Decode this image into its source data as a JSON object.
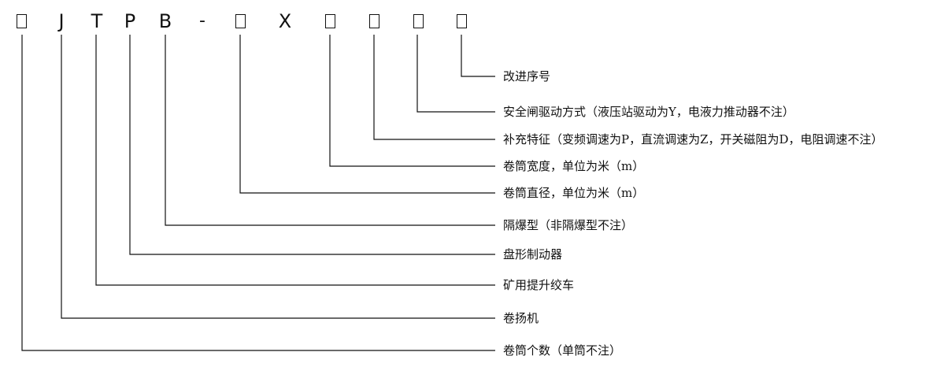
{
  "code_tokens": [
    {
      "text": "",
      "kind": "box"
    },
    {
      "text": "J",
      "kind": "letter"
    },
    {
      "text": "T",
      "kind": "letter"
    },
    {
      "text": "P",
      "kind": "letter"
    },
    {
      "text": "B",
      "kind": "letter"
    },
    {
      "text": "-",
      "kind": "separator"
    },
    {
      "text": "",
      "kind": "box"
    },
    {
      "text": "X",
      "kind": "letter"
    },
    {
      "text": "",
      "kind": "box"
    },
    {
      "text": "",
      "kind": "box"
    },
    {
      "text": "",
      "kind": "box"
    },
    {
      "text": "",
      "kind": "box"
    }
  ],
  "descriptions": [
    "改进序号",
    "安全闸驱动方式（液压站驱动为Y，电液力推动器不注）",
    "补充特征（变频调速为P，直流调速为Z，开关磁阻为D，电阻调速不注）",
    "卷筒宽度，单位为米（m）",
    "卷筒直径，单位为米（m）",
    "隔爆型（非隔爆型不注）",
    "盘形制动器",
    "矿用提升绞车",
    "卷扬机",
    "卷筒个数（单筒不注）"
  ],
  "line_color": "#111111"
}
